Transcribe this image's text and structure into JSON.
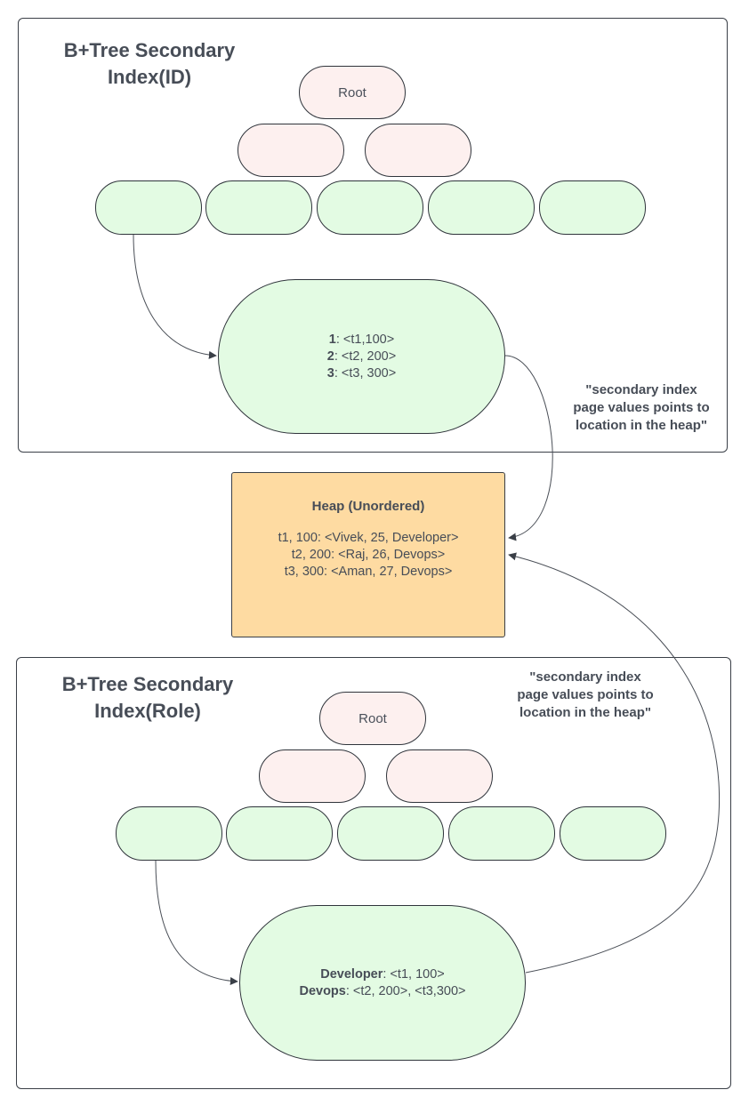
{
  "top_index": {
    "title_line1": "B+Tree Secondary",
    "title_line2": "Index(ID)",
    "root_label": "Root",
    "page": {
      "rows": [
        {
          "key": "1",
          "value": ": <t1,100>"
        },
        {
          "key": "2",
          "value": ": <t2, 200>"
        },
        {
          "key": "3",
          "value": ": <t3, 300>"
        }
      ]
    },
    "note": {
      "line1": "\"secondary index",
      "line2": "page values points to",
      "line3": "location in the heap\""
    }
  },
  "heap": {
    "title": "Heap (Unordered)",
    "rows": [
      "t1, 100: <Vivek, 25, Developer>",
      "t2, 200: <Raj, 26, Devops>",
      "t3, 300: <Aman, 27, Devops>"
    ]
  },
  "bottom_index": {
    "title_line1": "B+Tree Secondary",
    "title_line2": "Index(Role)",
    "root_label": "Root",
    "page": {
      "rows": [
        {
          "key": "Developer",
          "value": ": <t1, 100>"
        },
        {
          "key": "Devops",
          "value": ": <t2, 200>, <t3,300>"
        }
      ]
    },
    "note": {
      "line1": "\"secondary index",
      "line2": "page values points to",
      "line3": "location in the heap\""
    }
  }
}
